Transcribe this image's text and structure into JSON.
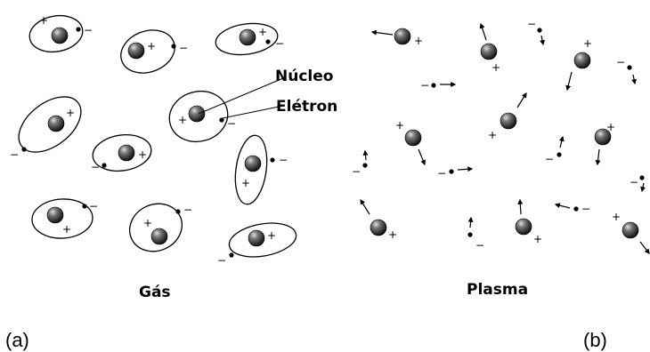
{
  "labels": {
    "nucleus": "Núcleo",
    "electron": "Elétron",
    "gas": "Gás",
    "plasma": "Plasma",
    "panel_a": "(a)",
    "panel_b": "(b)"
  },
  "signs": {
    "positive": "+",
    "negative": "−"
  },
  "colors": {
    "ink": "#000000",
    "nucleus_dark": "#111111",
    "nucleus_light": "#d8d8d8",
    "background": "#ffffff"
  },
  "icons": {
    "nucleus": "gray-sphere",
    "electron": "small-black-dot",
    "orbit": "ellipse-outline",
    "motion": "arrow"
  }
}
